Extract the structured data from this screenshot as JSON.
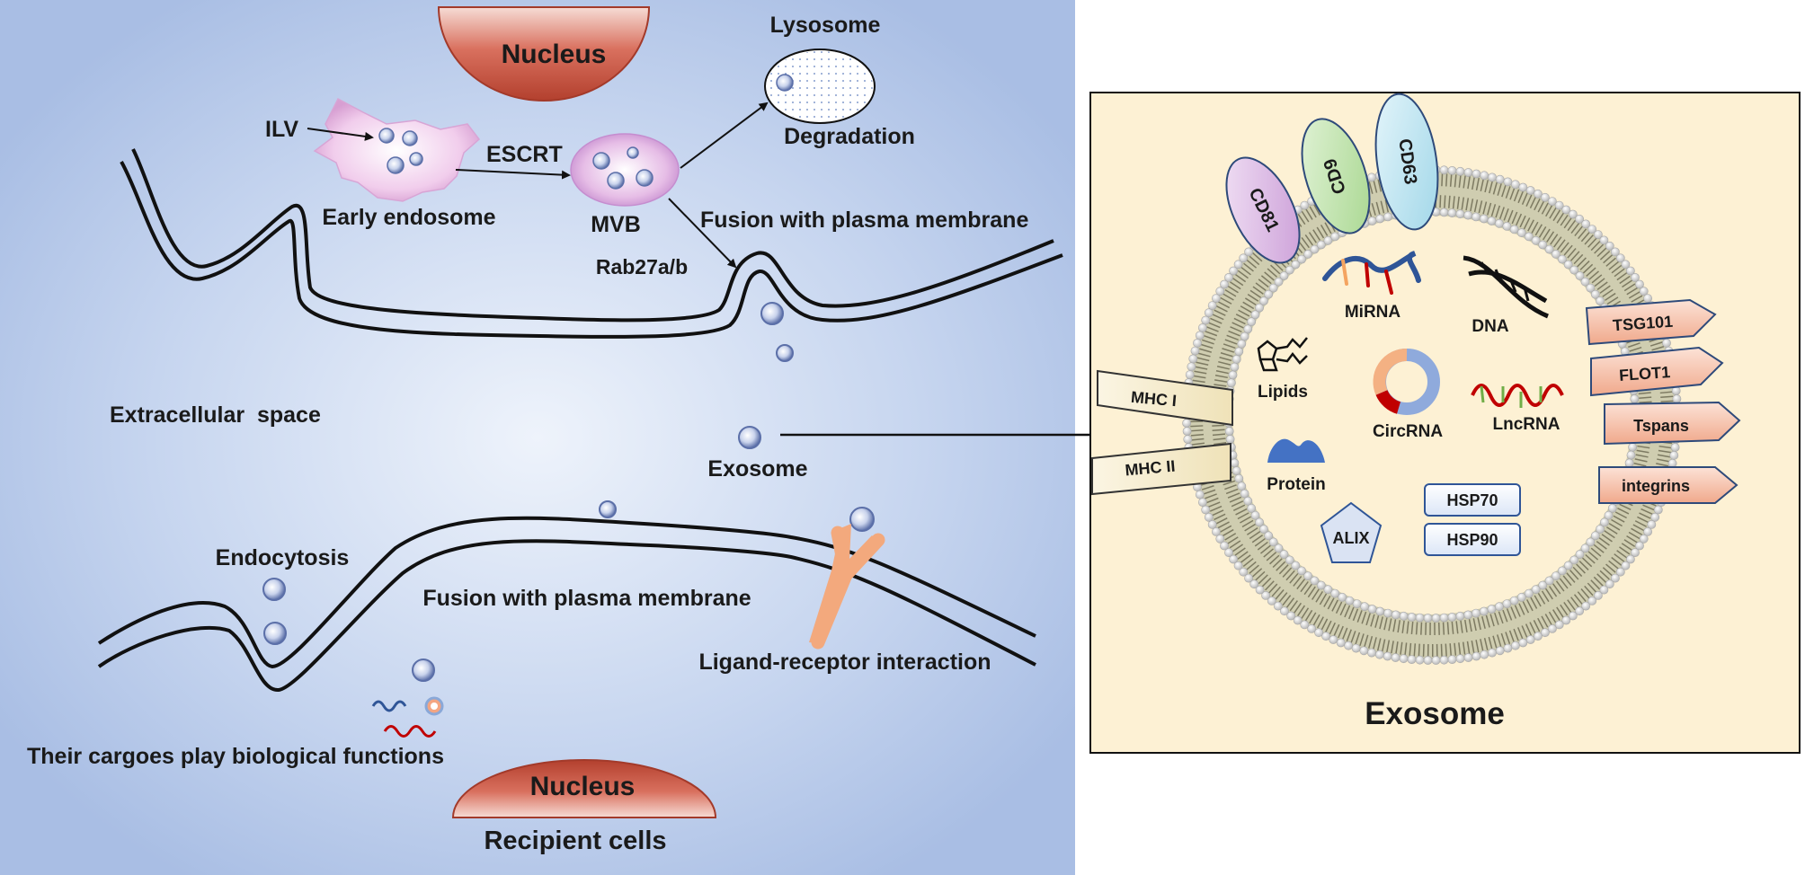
{
  "left_panel": {
    "nucleus_top": "Nucleus",
    "lysosome": "Lysosome",
    "degradation": "Degradation",
    "ilv": "ILV",
    "escrt": "ESCRT",
    "early_endosome": "Early endosome",
    "mvb": "MVB",
    "rab": "Rab27a/b",
    "fusion_top": "Fusion with plasma membrane",
    "extracellular_space": "Extracellular  space",
    "exosome": "Exosome",
    "endocytosis": "Endocytosis",
    "fusion_bottom": "Fusion with plasma membrane",
    "ligand_receptor": "Ligand-receptor interaction",
    "cargoes": "Their cargoes play biological functions",
    "nucleus_bottom": "Nucleus",
    "recipient_cells": "Recipient cells"
  },
  "exosome_panel": {
    "title": "Exosome",
    "tetraspanins": [
      "CD81",
      "CD9",
      "CD63"
    ],
    "mirna": "MiRNA",
    "dna": "DNA",
    "lipids": "Lipids",
    "circrna": "CircRNA",
    "lncrna": "LncRNA",
    "protein": "Protein",
    "alix": "ALIX",
    "hsp70": "HSP70",
    "hsp90": "HSP90",
    "mhc1": "MHC I",
    "mhc2": "MHC II",
    "tsg101": "TSG101",
    "flot1": "FLOT1",
    "tspans": "Tspans",
    "integrins": "integrins"
  },
  "colors": {
    "background_blue": "#aec2e6",
    "nucleus_red": "#c0504d",
    "exosome_panel_bg": "#fdf1d4",
    "arrow_tag_fill": "#f4b59b"
  }
}
